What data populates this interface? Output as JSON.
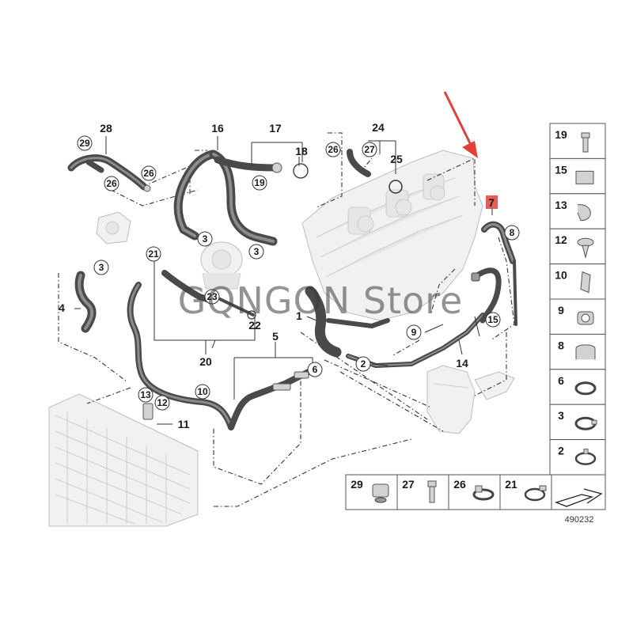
{
  "diagram": {
    "callouts": {
      "c28": "28",
      "c29": "29",
      "c26a": "26",
      "c26b": "26",
      "c16": "16",
      "c17": "17",
      "c18": "18",
      "c19": "19",
      "c26c": "26",
      "c24": "24",
      "c27": "27",
      "c25": "25",
      "c3a": "3",
      "c3b": "3",
      "c3c": "3",
      "c21": "21",
      "c23": "23",
      "c22": "22",
      "c20": "20",
      "c4": "4",
      "c1": "1",
      "c5": "5",
      "c6": "6",
      "c2": "2",
      "c10": "10",
      "c13": "13",
      "c12": "12",
      "c11": "11",
      "c7": "7",
      "c8": "8",
      "c9": "9",
      "c15": "15",
      "c14": "14"
    },
    "legend": {
      "right": [
        "19",
        "15",
        "13",
        "12",
        "10",
        "9",
        "8",
        "6",
        "3",
        "2"
      ],
      "bottom": [
        "29",
        "27",
        "26",
        "21"
      ]
    },
    "diagram_number": "490232",
    "watermark": "GQNGON  Store",
    "highlight_color": "#e0413c",
    "arrow_color": "#e0413c"
  }
}
